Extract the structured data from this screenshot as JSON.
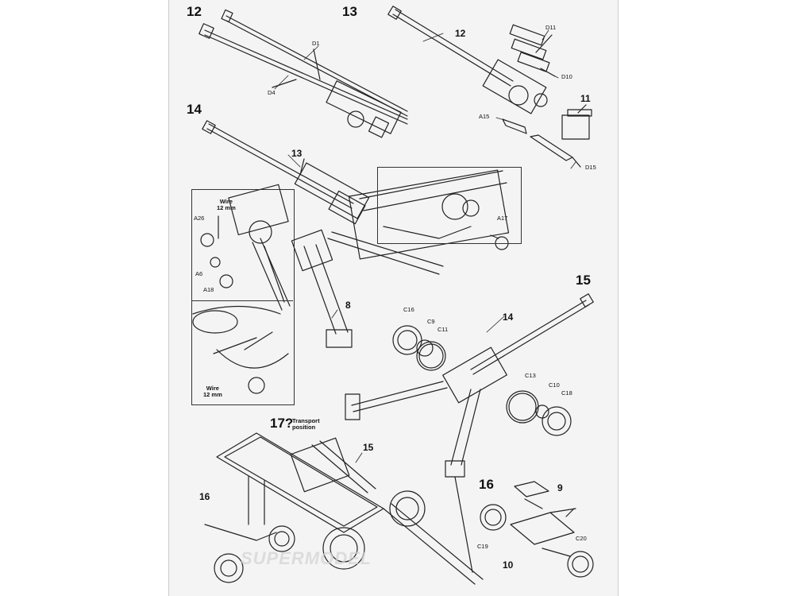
{
  "steps": [
    "12",
    "13",
    "14",
    "15",
    "16",
    "17"
  ],
  "step17_mark": "?",
  "parts": {
    "d1": "D1",
    "d4": "D4",
    "d11": "D11",
    "d10": "D10",
    "d15": "D15",
    "a15": "A15",
    "a26": "A26",
    "a6": "A6",
    "a18": "A18",
    "a17": "A17",
    "c16": "C16",
    "c9": "C9",
    "c11": "C11",
    "c13": "C13",
    "c10": "C10",
    "c18": "C18",
    "c19": "C19",
    "c20": "C20"
  },
  "refs": {
    "r12": "12",
    "r11": "11",
    "r13": "13",
    "r8": "8",
    "r14": "14",
    "r15": "15",
    "r16": "16",
    "r9": "9",
    "r10": "10"
  },
  "wire_note": {
    "line1": "Wire",
    "line2": "12 mm"
  },
  "transport_note": {
    "line1": "Transport",
    "line2": "position"
  },
  "watermark": "SUPERMODEL"
}
